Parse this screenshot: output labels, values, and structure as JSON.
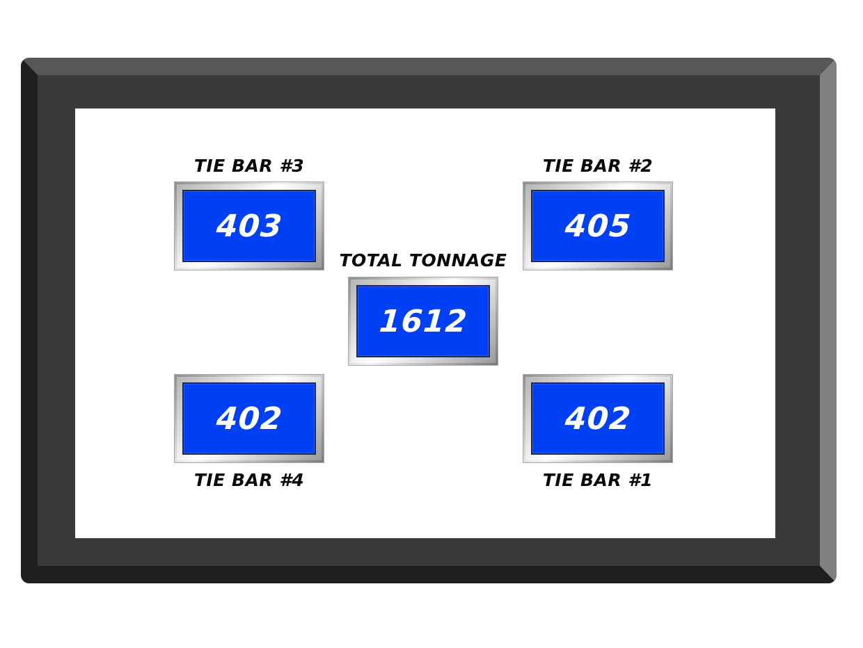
{
  "panel": {
    "colors": {
      "display_background": "#0040f5",
      "display_text": "#ffffff",
      "label_text": "#0a0a0a",
      "bezel": "#3a3a3a"
    }
  },
  "gauges": {
    "tie_bar_3": {
      "label": "TIE BAR #3",
      "value": "403"
    },
    "tie_bar_2": {
      "label": "TIE BAR #2",
      "value": "405"
    },
    "total_tonnage": {
      "label": "TOTAL TONNAGE",
      "value": "1612"
    },
    "tie_bar_4": {
      "label": "TIE BAR #4",
      "value": "402"
    },
    "tie_bar_1": {
      "label": "TIE BAR #1",
      "value": "402"
    }
  }
}
